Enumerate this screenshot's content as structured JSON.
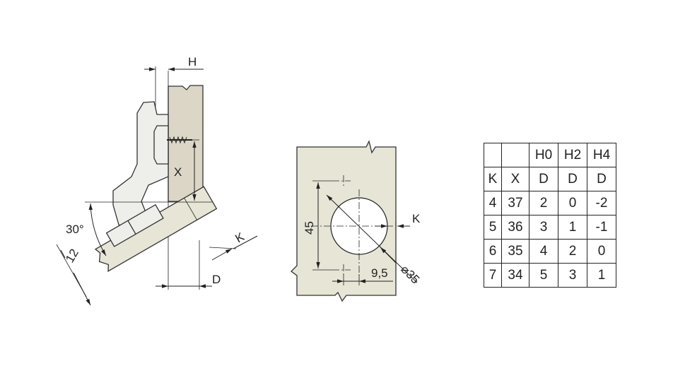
{
  "side_view": {
    "label_h": "H",
    "label_x": "X",
    "label_angle": "30°",
    "label_12": "12",
    "label_k": "K",
    "label_d": "D"
  },
  "plate_view": {
    "label_45": "45",
    "label_k": "K",
    "label_95": "9,5",
    "label_dia": "⌀35"
  },
  "table": {
    "header_row": [
      "",
      "",
      "H0",
      "H2",
      "H4"
    ],
    "sub_header": [
      "K",
      "X",
      "D",
      "D",
      "D"
    ],
    "rows": [
      [
        "4",
        "37",
        "2",
        "0",
        "-2"
      ],
      [
        "5",
        "36",
        "3",
        "1",
        "-1"
      ],
      [
        "6",
        "35",
        "4",
        "2",
        "0"
      ],
      [
        "7",
        "34",
        "5",
        "3",
        "1"
      ]
    ]
  },
  "colors": {
    "wood": "#dcd6c6",
    "door": "#e6e5d6",
    "hinge": "#eeeeea",
    "line": "#222222"
  }
}
